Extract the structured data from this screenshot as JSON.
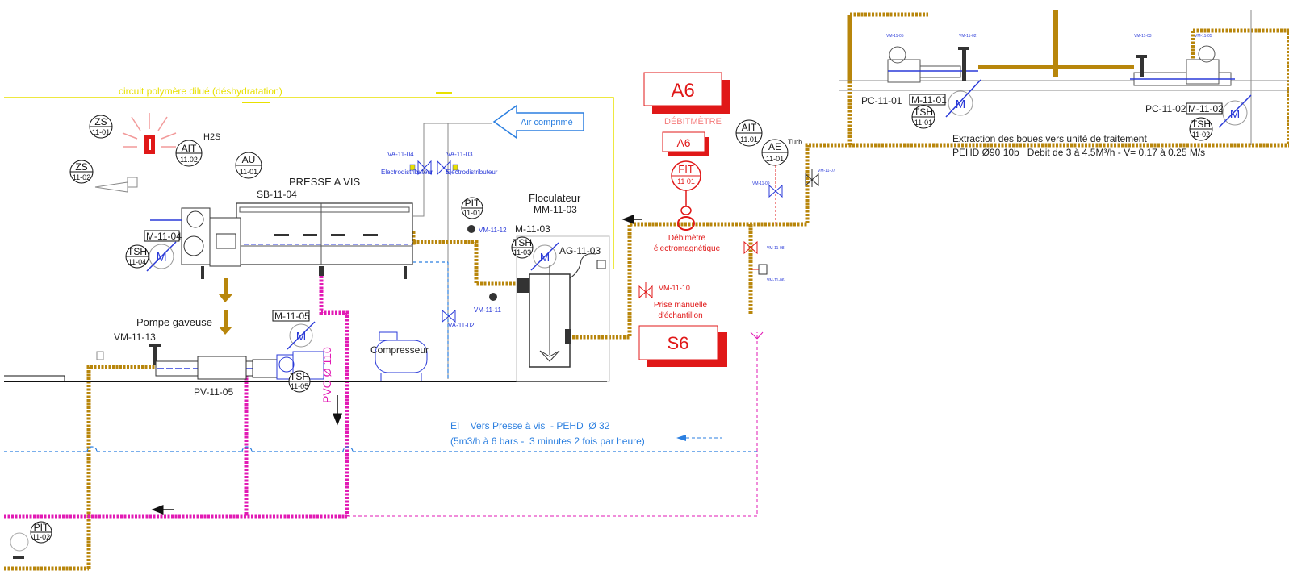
{
  "colors": {
    "sludge_pipe": "#b8860b",
    "polymer_line": "#e8e000",
    "pvc_line": "#e21ab4",
    "water_line": "#2b7fe0",
    "alarm_red": "#e01818",
    "equipment_blue": "#2a3ad8"
  },
  "circuit_label": "circuit polymère dilué (déshydratation)",
  "air_label": "Air comprimé",
  "press": {
    "title": "PRESSE A VIS",
    "tag": "SB-11-04",
    "motor": "M-11-04"
  },
  "floc": {
    "title": "Floculateur",
    "tag": "MM-11-03",
    "motor": "M-11-03",
    "agitator": "AG-11-03"
  },
  "pump": {
    "title": "Pompe gaveuse",
    "valve": "VM-11-13",
    "tag": "PV-11-05",
    "motor": "M-11-05"
  },
  "compressor": "Compresseur",
  "pvc_label": "PVC Ø 110",
  "motor_symbol": "M",
  "h2s": "H2S",
  "turb": "Turb.",
  "instruments": {
    "zs1": {
      "t": "ZS",
      "b": "11-01"
    },
    "zs2": {
      "t": "ZS",
      "b": "11-02"
    },
    "ait1": {
      "t": "AIT",
      "b": "11.02"
    },
    "au": {
      "t": "AU",
      "b": "11-01"
    },
    "tsh4": {
      "t": "TSH",
      "b": "11-04"
    },
    "tsh3": {
      "t": "TSH",
      "b": "11-03"
    },
    "tsh5": {
      "t": "TSH",
      "b": "11-05"
    },
    "pit1": {
      "t": "PIT",
      "b": "11-01"
    },
    "pit2": {
      "t": "PIT",
      "b": "11-02"
    },
    "ait2": {
      "t": "AIT",
      "b": "11.01"
    },
    "ae": {
      "t": "AE",
      "b": "11-01"
    },
    "fit": {
      "t": "FIT",
      "b": "11 01"
    },
    "tsh_pc1": {
      "t": "TSH",
      "b": "11-01"
    },
    "tsh_pc2": {
      "t": "TSH",
      "b": "11-02"
    }
  },
  "valves": {
    "va04": "VA-11-04",
    "va03": "VA-11-03",
    "elec": "Electrodistributeur",
    "vm12": "VM-11-12",
    "vm11": "VM-11-11",
    "va02": "VA-11-02",
    "vm10": "VM-11-10",
    "vm_small1": "VM-11-09",
    "vm_small2": "VM-11-07",
    "vm_small3": "VM-11-08",
    "vm_small4": "VM-11-06"
  },
  "flowmeter": {
    "a6_big": "A6",
    "a6_small": "A6",
    "debitmetre": "DÉBITMÈTRE",
    "label": "Débimètre électromagnétique",
    "label_l1": "Débimètre",
    "label_l2": "électromagnétique"
  },
  "sample": {
    "l1": "Prise manuelle",
    "l2": "d'échantillon",
    "box": "S6"
  },
  "water_line": {
    "l1": "EI    Vers Presse à vis  - PEHD  Ø 32",
    "l2": "(5m3/h à 6 bars -  3 minutes 2 fois par heure)"
  },
  "extraction": {
    "l1": "Extraction des boues vers unité de traitement",
    "l2": "PEHD Ø90 10b   Debit de 3 à 4.5M³/h - V= 0.17 à 0.25 M/s"
  },
  "pc1": {
    "tag": "PC-11-01",
    "motor": "M-11-01",
    "small_a": "VM-11-05",
    "small_b": "VM-11-02"
  },
  "pc2": {
    "tag": "PC-11-02",
    "motor": "M-11-02",
    "small_a": "VM-11-03",
    "small_b": "VM-11-05"
  }
}
